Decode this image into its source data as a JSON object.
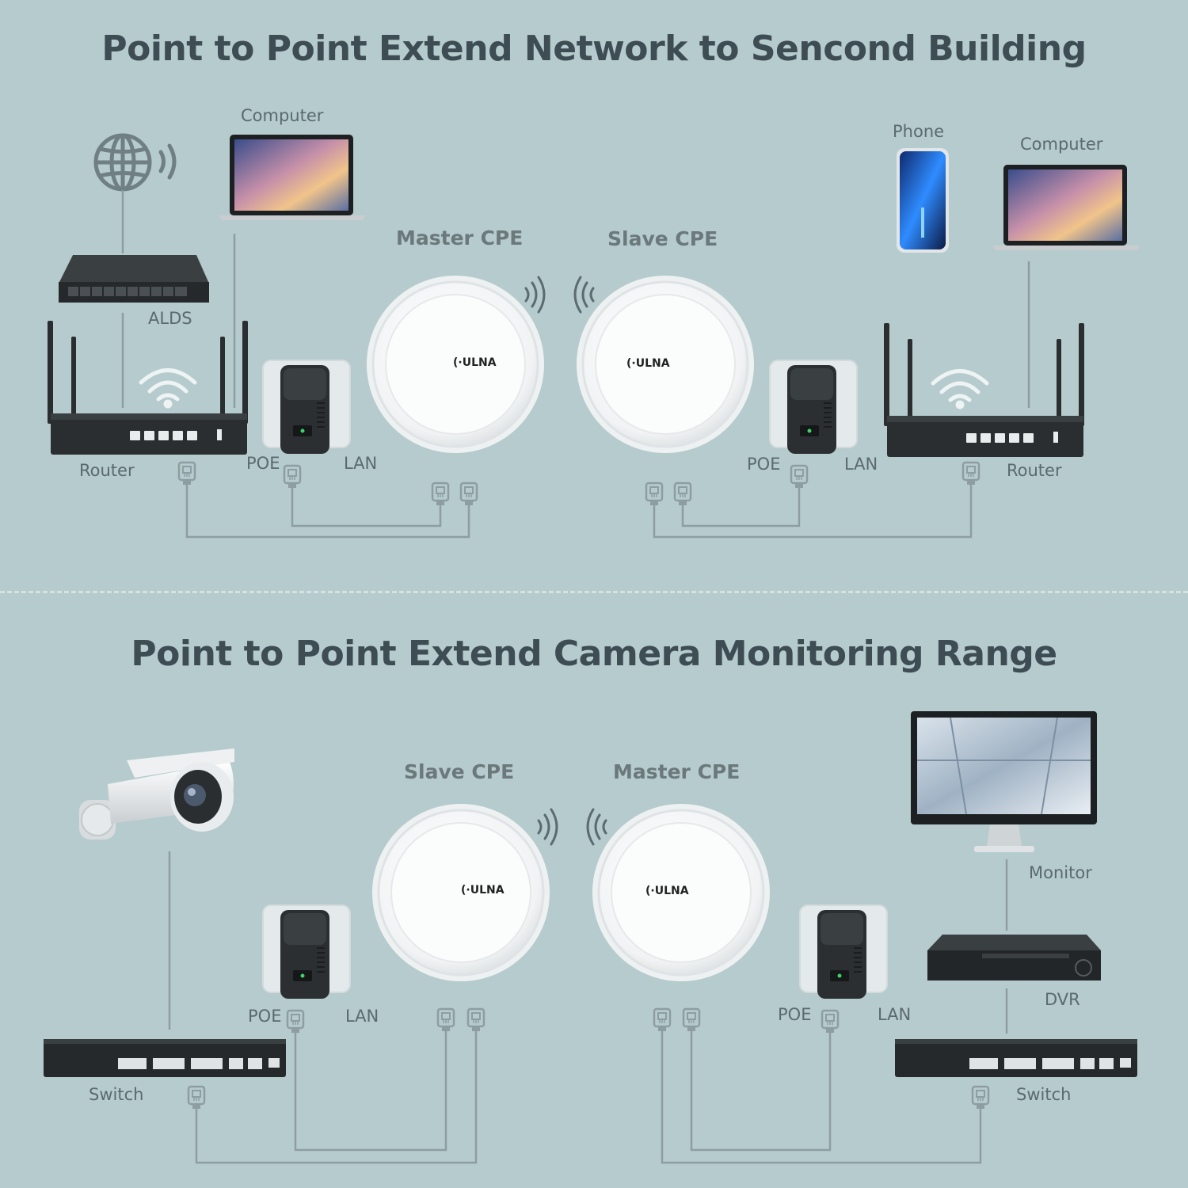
{
  "top_section": {
    "title": "Point to Point Extend Network to Sencond Building",
    "left": {
      "computer_label": "Computer",
      "alds_label": "ALDS",
      "router_label": "Router",
      "poe_label": "POE",
      "lan_label": "LAN"
    },
    "master_cpe_label": "Master CPE",
    "slave_cpe_label": "Slave CPE",
    "right": {
      "phone_label": "Phone",
      "computer_label": "Computer",
      "router_label": "Router",
      "poe_label": "POE",
      "lan_label": "LAN"
    }
  },
  "bottom_section": {
    "title": "Point to Point Extend Camera Monitoring Range",
    "slave_cpe_label": "Slave CPE",
    "master_cpe_label": "Master CPE",
    "left": {
      "poe_label": "POE",
      "lan_label": "LAN",
      "switch_label": "Switch"
    },
    "right": {
      "monitor_label": "Monitor",
      "dvr_label": "DVR",
      "poe_label": "POE",
      "lan_label": "LAN",
      "switch_label": "Switch"
    }
  },
  "brand_logo": "ULNA",
  "colors": {
    "background": "#b6cbcd",
    "title": "#3e4c54",
    "cable": "#8e9da2",
    "device_dark": "#25292b"
  },
  "icons": [
    "globe-icon",
    "wifi-icon",
    "signal-icon",
    "ethernet-port-icon"
  ]
}
